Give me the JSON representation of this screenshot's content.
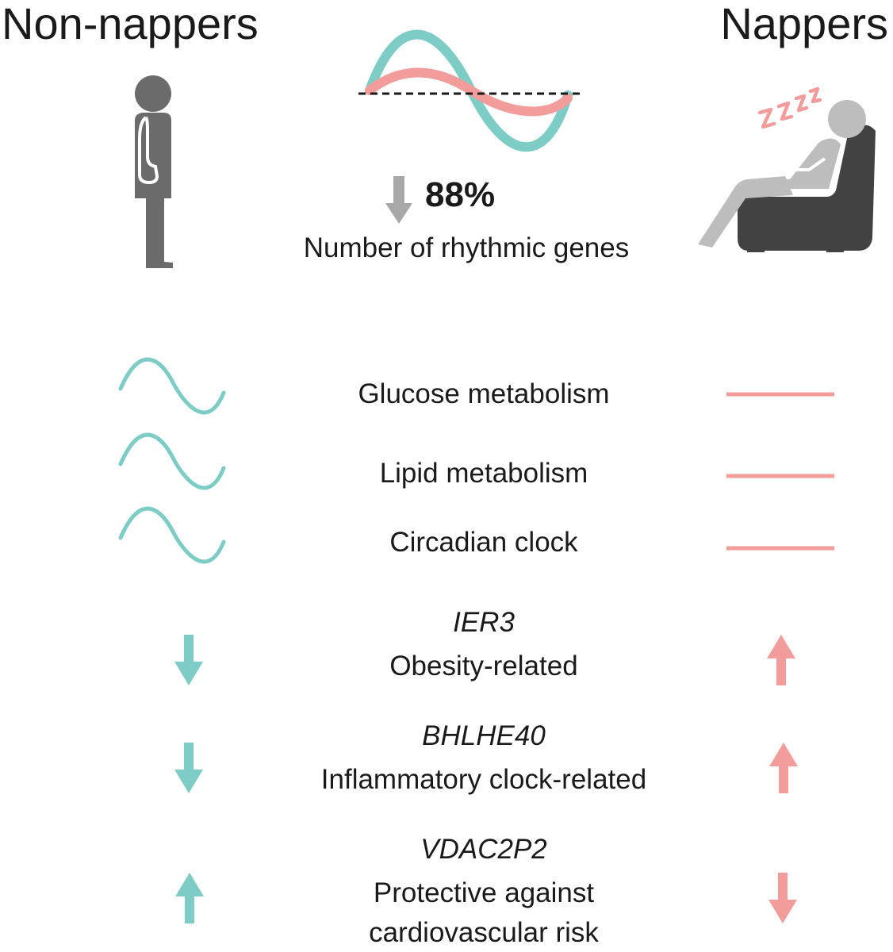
{
  "groups": {
    "left": "Non-nappers",
    "right": "Nappers"
  },
  "summary": {
    "percent": "88%",
    "label": "Number of rhythmic genes"
  },
  "pathways": [
    {
      "label": "Glucose metabolism"
    },
    {
      "label": "Lipid metabolism"
    },
    {
      "label": "Circadian clock"
    }
  ],
  "genes": [
    {
      "name": "IER3",
      "desc": [
        "Obesity-related"
      ],
      "non_nappers": "down",
      "nappers": "up"
    },
    {
      "name": "BHLHE40",
      "desc": [
        "Inflammatory clock-related"
      ],
      "non_nappers": "down",
      "nappers": "up"
    },
    {
      "name": "VDAC2P2",
      "desc": [
        "Protective against",
        "cardiovascular risk"
      ],
      "non_nappers": "up",
      "nappers": "down"
    }
  ],
  "icons": {
    "standing": "standing-person-icon",
    "napping": "napping-person-in-armchair-icon",
    "sleep": "zzz-icon"
  },
  "colors": {
    "teal": "#7dcdc6",
    "pink": "#f29c9b",
    "gray": "#6b6b6b",
    "light_gray": "#bdbdbd",
    "text": "#1a1a1a"
  }
}
